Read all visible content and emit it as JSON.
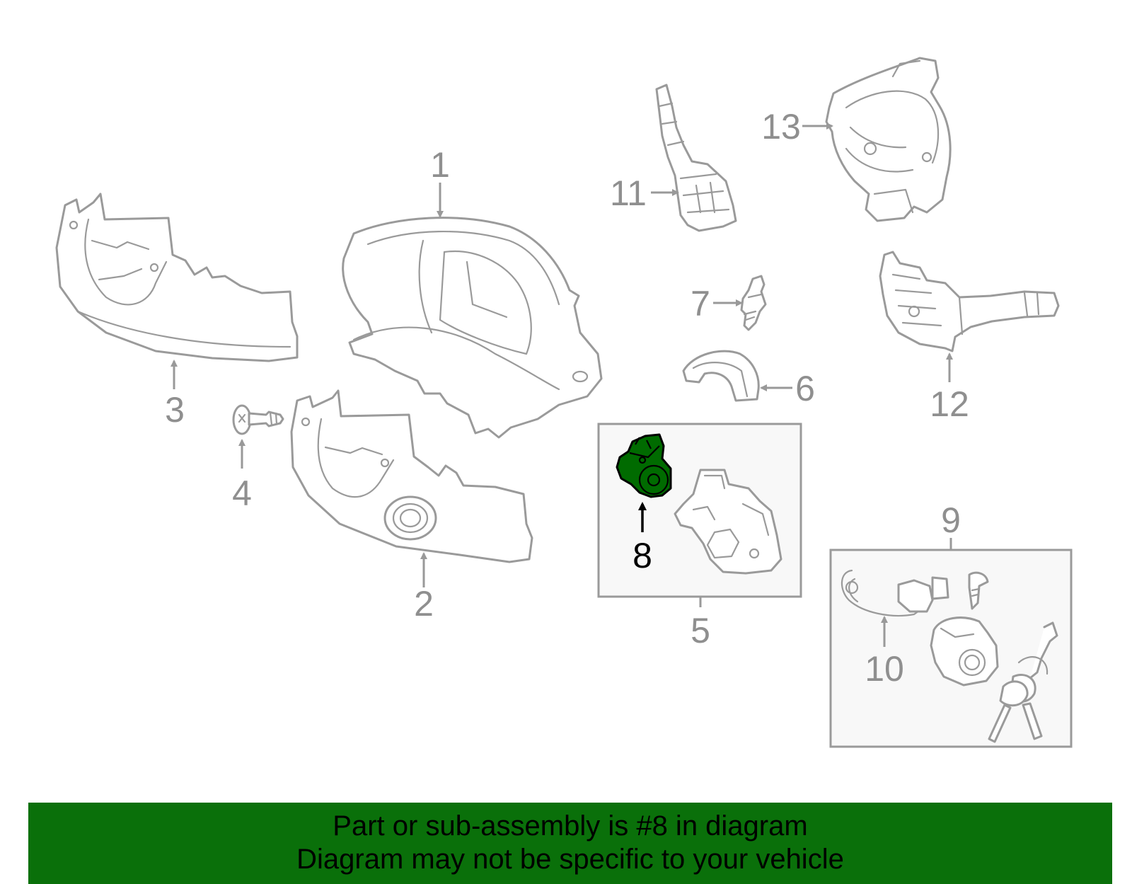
{
  "diagram": {
    "callouts": [
      "1",
      "2",
      "3",
      "4",
      "5",
      "6",
      "7",
      "8",
      "9",
      "10",
      "11",
      "12",
      "13"
    ],
    "highlighted_callout": "8",
    "highlight_color": "#006b00"
  },
  "banner": {
    "background": "#0a700a",
    "line1": "Part or sub-assembly is #8 in diagram",
    "line2": "Diagram may not be specific to your vehicle"
  }
}
